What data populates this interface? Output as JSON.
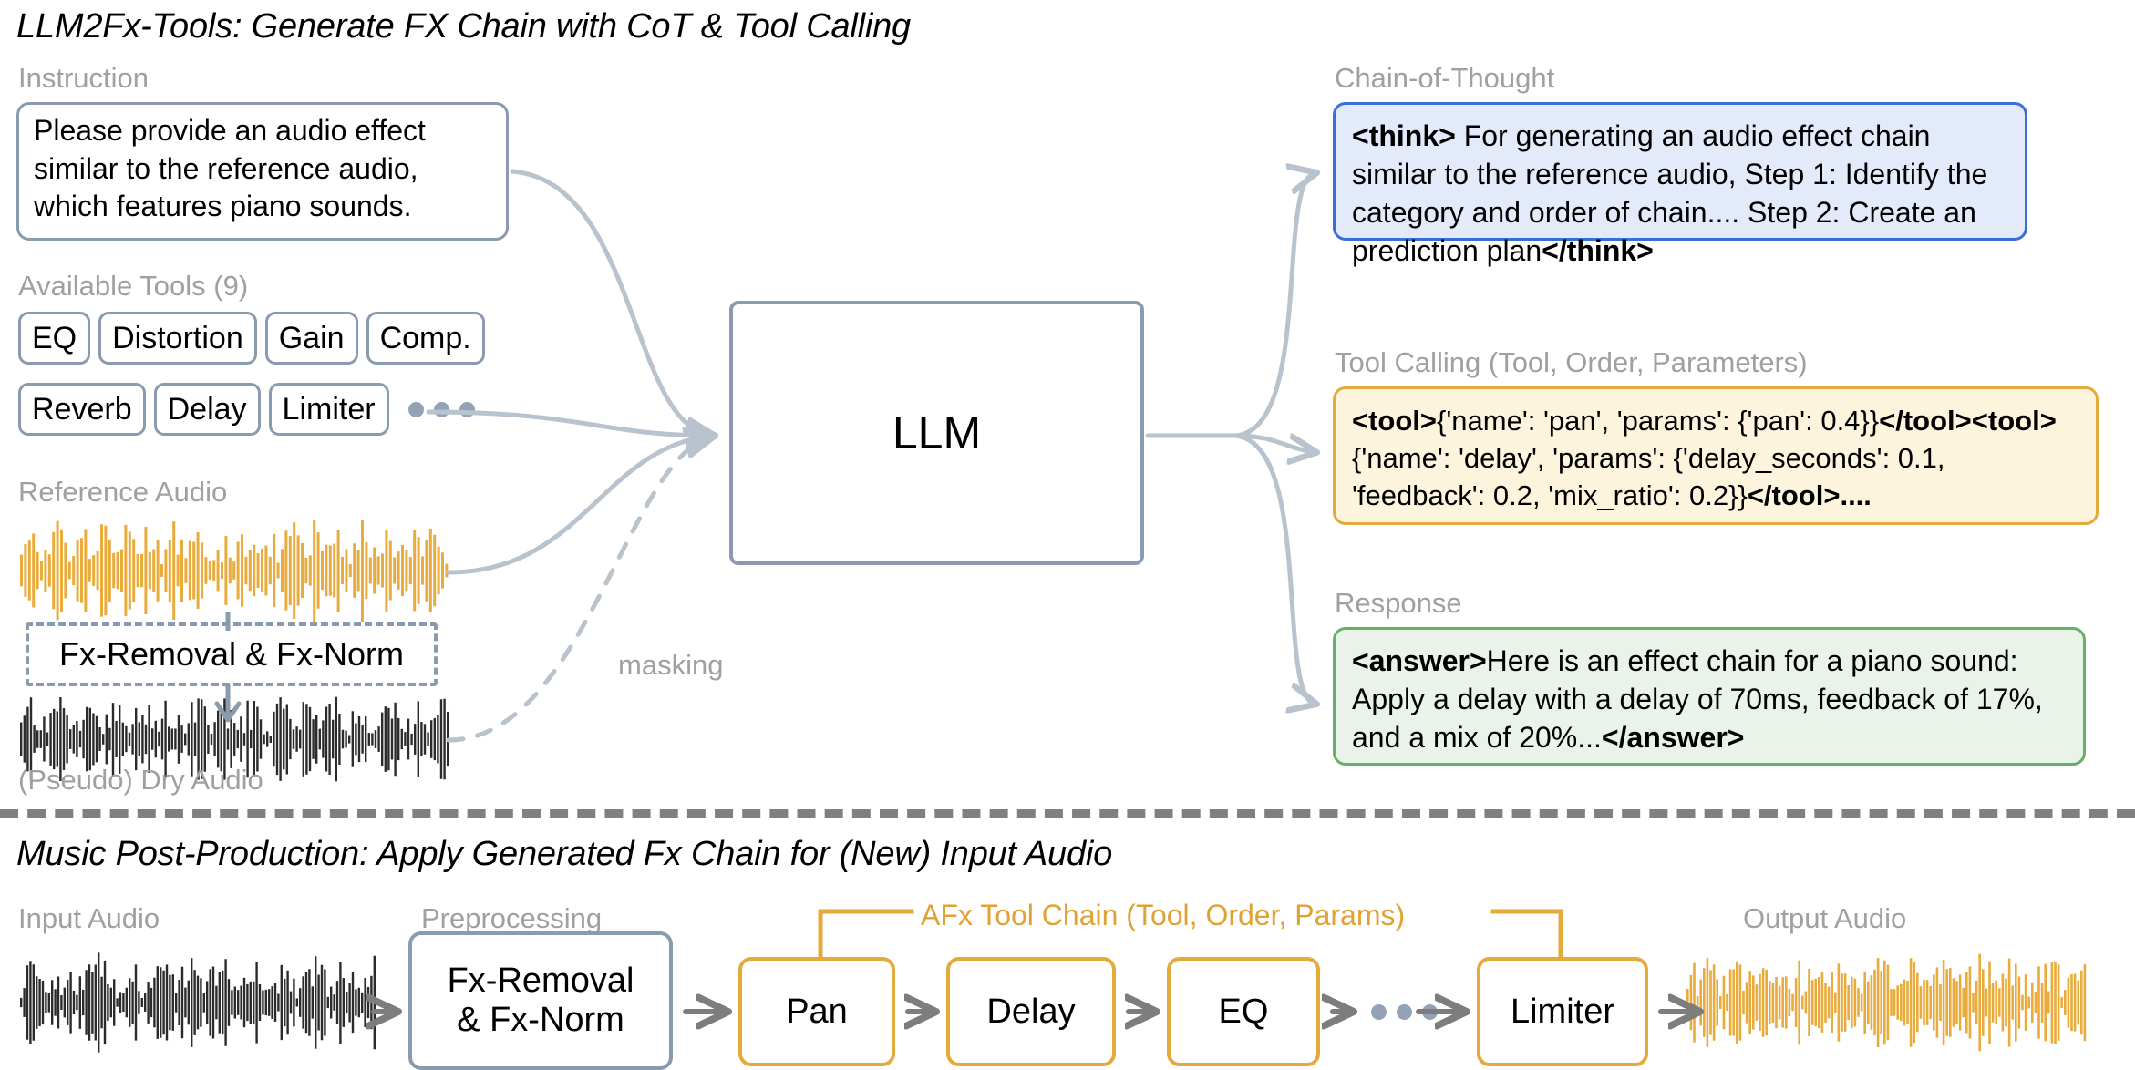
{
  "top": {
    "title": "LLM2Fx-Tools: Generate FX Chain with CoT & Tool Calling",
    "instruction": {
      "caption": "Instruction",
      "text": "Please provide an audio effect similar to the reference audio, which features piano sounds."
    },
    "tools": {
      "caption": "Available Tools (9)",
      "row1": [
        "EQ",
        "Distortion",
        "Gain",
        "Comp."
      ],
      "row2": [
        "Reverb",
        "Delay",
        "Limiter"
      ],
      "more": "•••"
    },
    "reference_audio": {
      "caption": "Reference Audio"
    },
    "fx_removal": {
      "label": "Fx-Removal & Fx-Norm"
    },
    "dry_audio": {
      "caption": "(Pseudo) Dry Audio"
    },
    "masking_label": "masking",
    "llm": {
      "label": "LLM"
    },
    "cot": {
      "caption": "Chain-of-Thought",
      "open_tag": "<think>",
      "body": " For generating an audio effect chain similar to the reference audio, Step 1: Identify the category and order of chain.... Step 2: Create an prediction plan",
      "close_tag": "</think>"
    },
    "tool_calling": {
      "caption": "Tool Calling (Tool, Order, Parameters)",
      "line1_open": "<tool>",
      "line1_body": "{'name': 'pan', 'params': {'pan': 0.4}}",
      "line1_close": "</tool>",
      "line2_open": "<tool>",
      "line2_body": "{'name': 'delay', 'params': {'delay_seconds': 0.1, 'feedback': 0.2, 'mix_ratio': 0.2}}",
      "line2_close": "</tool>....",
      "calls": [
        {
          "name": "pan",
          "order": 1,
          "params": {
            "pan": 0.4
          }
        },
        {
          "name": "delay",
          "order": 2,
          "params": {
            "delay_seconds": 0.1,
            "feedback": 0.2,
            "mix_ratio": 0.2
          }
        }
      ]
    },
    "response": {
      "caption": "Response",
      "open_tag": "<answer>",
      "body": "Here is an effect chain for a piano sound: Apply a delay with a delay of 70ms, feedback of 17%, and a mix of 20%...",
      "close_tag": "</answer>"
    }
  },
  "bottom": {
    "title": "Music Post-Production: Apply Generated Fx Chain for (New) Input Audio",
    "input_audio": {
      "caption": "Input Audio"
    },
    "preprocessing": {
      "caption": "Preprocessing",
      "line1": "Fx-Removal",
      "line2": "& Fx-Norm"
    },
    "afx_chain_label": "AFx Tool Chain (Tool, Order, Params)",
    "chain": [
      "Pan",
      "Delay",
      "EQ",
      "Limiter"
    ],
    "chain_ellipsis": "•••",
    "output_audio": {
      "caption": "Output Audio"
    }
  },
  "colors": {
    "accent_orange": "#e5a93c",
    "waveform_orange": "#e8ab3c",
    "waveform_dark": "#2b2b2b",
    "cot_border": "#3a6fd8",
    "cot_fill": "#e3eaf9",
    "tool_border": "#e5a93c",
    "tool_fill": "#fdf4dd",
    "resp_border": "#66b06a",
    "resp_fill": "#e9f3e9",
    "box_border": "#8a9bb0",
    "caption_gray": "#a0a0a0",
    "arrow_gray": "#b9c3ce",
    "arrow_dark_gray": "#808080"
  }
}
